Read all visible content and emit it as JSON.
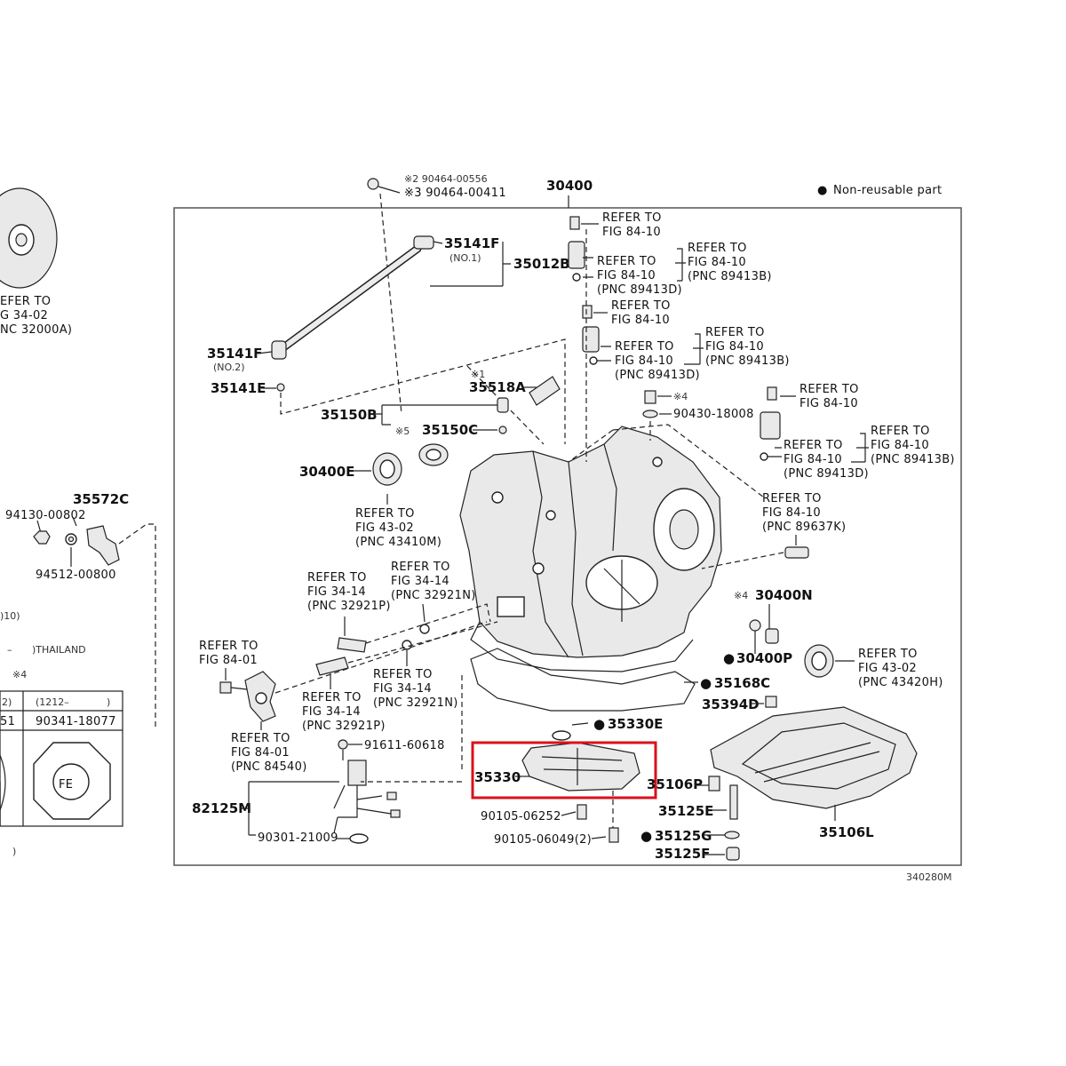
{
  "legend": {
    "marker": "●",
    "text": "Non-reusable part"
  },
  "figure_number": "340280M",
  "main_assembly": "30400",
  "highlighted_part": "35330",
  "left_fragment": {
    "refer_lines": [
      "EFER TO",
      "G 34-02",
      "NC 32000A)"
    ],
    "thailand": ")THAILAND",
    "dash": "–",
    "note_mark": "※4",
    "paren10": ")10)",
    "paren_end": ")",
    "table_headers": [
      "2)",
      "(1212–",
      ")"
    ],
    "table_values": [
      "51",
      "90341-18077"
    ],
    "badge": "FE"
  },
  "parts": {
    "p35141f_top": "35141F",
    "p35141f_top_note": "(NO.1)",
    "p35012b": "35012B",
    "p90464": "※3 90464-00411",
    "p90464_top": "※2 90464-00556",
    "p35141f_low": "35141F",
    "p35141f_low_note": "(NO.2)",
    "p35141e": "35141E",
    "p35518a": "35518A",
    "p35518a_note": "※1",
    "p35150b": "35150B",
    "p35150c": "35150C",
    "p35150c_note": "※5",
    "p30400e": "30400E",
    "p35572c": "35572C",
    "p94130": "94130-00802",
    "p94512": "94512-00800",
    "p30400n": "30400N",
    "p30400n_note": "※4",
    "p30400p": "30400P",
    "p35168c": "35168C",
    "p35394d": "35394D",
    "p35330e": "35330E",
    "p35330": "35330",
    "p35106p": "35106P",
    "p35125e": "35125E",
    "p35125g": "35125G",
    "p35125f": "35125F",
    "p35106l": "35106L",
    "p90105a": "90105-06252",
    "p90105b": "90105-06049(2)",
    "p91611": "91611-60618",
    "p82125m": "82125M",
    "p90301": "90301-21009",
    "p90430": "90430-18008",
    "p90430_note": "※4"
  },
  "refs": {
    "r1": [
      "REFER TO",
      "FIG 84-10"
    ],
    "r2": [
      "REFER TO",
      "FIG 84-10",
      "(PNC 89413D)"
    ],
    "r3": [
      "REFER TO",
      "FIG 84-10",
      "(PNC 89413B)"
    ],
    "r4": [
      "REFER TO",
      "FIG 84-10"
    ],
    "r5": [
      "REFER TO",
      "FIG 84-10",
      "(PNC 89413D)"
    ],
    "r6": [
      "REFER TO",
      "FIG 84-10",
      "(PNC 89413B)"
    ],
    "r7": [
      "REFER TO",
      "FIG 84-10"
    ],
    "r8": [
      "REFER TO",
      "FIG 84-10",
      "(PNC 89413D)"
    ],
    "r9": [
      "REFER TO",
      "FIG 84-10",
      "(PNC 89413B)"
    ],
    "r10": [
      "REFER TO",
      "FIG 84-10",
      "(PNC 89637K)"
    ],
    "r11": [
      "REFER TO",
      "FIG 43-02",
      "(PNC 43410M)"
    ],
    "r12": [
      "REFER TO",
      "FIG 34-14",
      "(PNC 32921P)"
    ],
    "r13": [
      "REFER TO",
      "FIG 34-14",
      "(PNC 32921N)"
    ],
    "r14": [
      "REFER TO",
      "FIG 84-01"
    ],
    "r15": [
      "REFER TO",
      "FIG 34-14",
      "(PNC 32921P)"
    ],
    "r16": [
      "REFER TO",
      "FIG 34-14",
      "(PNC 32921N)"
    ],
    "r17": [
      "REFER TO",
      "FIG 84-01",
      "(PNC 84540)"
    ],
    "r18": [
      "REFER TO",
      "FIG 43-02",
      "(PNC 43420H)"
    ]
  }
}
